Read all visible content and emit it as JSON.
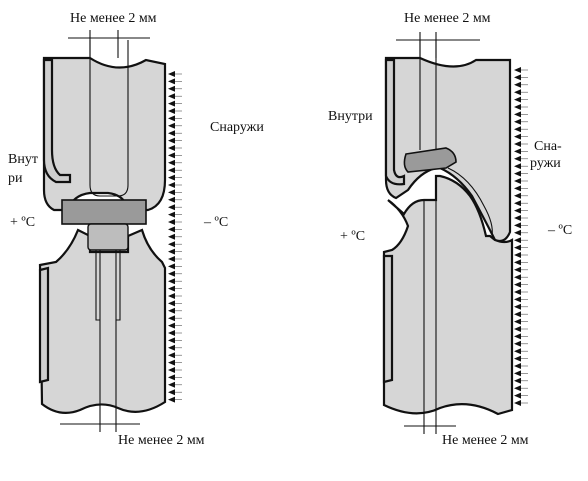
{
  "left_panel": {
    "dim_top": "Не менее 2 мм",
    "dim_bottom": "Не менее 2 мм",
    "label_outside": "Снаружи",
    "label_inside_1": "Внут",
    "label_inside_2": "ри",
    "label_plus": "+ ºC",
    "label_minus": "– ºC"
  },
  "right_panel": {
    "dim_top": "Не менее 2 мм",
    "dim_bottom": "Не менее 2 мм",
    "label_inside": "Внутри",
    "label_outside_1": "Сна-",
    "label_outside_2": "ружи",
    "label_plus": "+ ºC",
    "label_minus": "– ºC"
  },
  "colors": {
    "wall_fill": "#d6d6d6",
    "seal_fill": "#9a9a9a",
    "line": "#111111"
  }
}
